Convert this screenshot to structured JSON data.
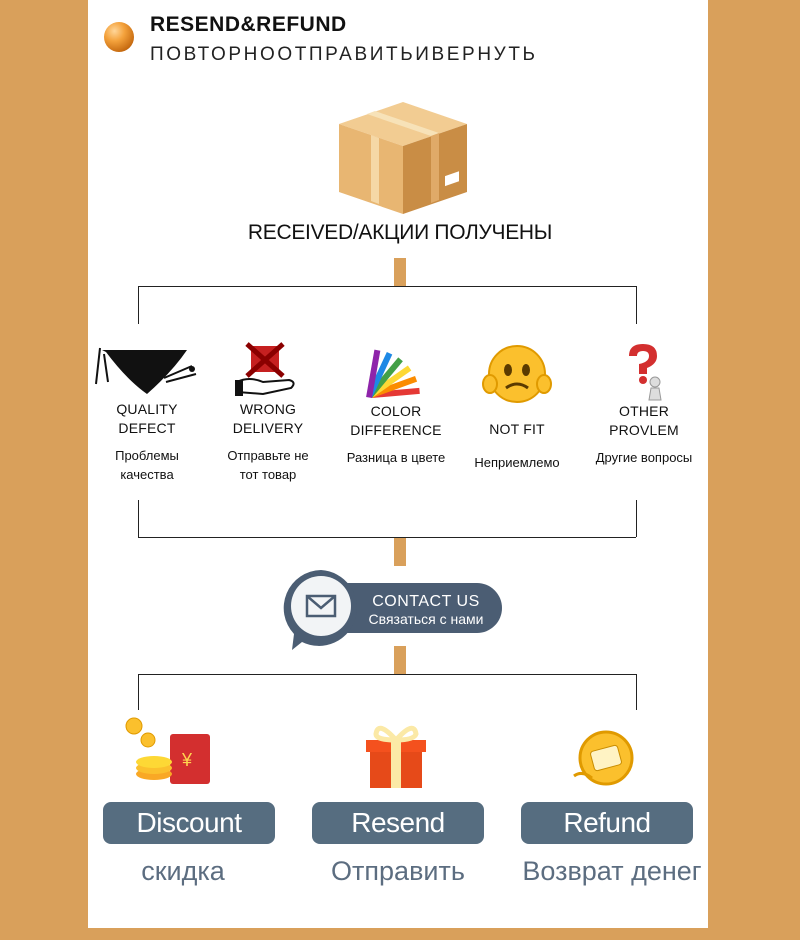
{
  "header": {
    "title": "RESEND&REFUND",
    "subtitle": "ПОВТОРНООТПРАВИТЬИВЕРНУТЬ"
  },
  "received_label": "RECEIVED/АКЦИИ ПОЛУЧЕНЫ",
  "problems": [
    {
      "en": "QUALITY\nDEFECT",
      "ru": "Проблемы\nкачества",
      "icon": "underwear-icon"
    },
    {
      "en": "WRONG\nDELIVERY",
      "ru": "Отправьте не\nтот товар",
      "icon": "wrong-box-hand-icon"
    },
    {
      "en": "COLOR\nDIFFERENCE",
      "ru": "Разница в цвете",
      "icon": "color-swatch-icon"
    },
    {
      "en": "NOT FIT",
      "ru": "Неприемлемо",
      "icon": "sad-face-icon"
    },
    {
      "en": "OTHER\nPROVLEM",
      "ru": "Другие вопросы",
      "icon": "question-person-icon"
    }
  ],
  "contact": {
    "label_en": "CONTACT US",
    "label_ru": "Связаться с нами",
    "icon": "envelope-icon"
  },
  "results": [
    {
      "label": "Discount",
      "ru": "скидка",
      "icon": "coins-envelope-icon"
    },
    {
      "label": "Resend",
      "ru": "Отправить",
      "icon": "gift-icon"
    },
    {
      "label": "Refund",
      "ru": "Возврат денег",
      "icon": "money-coin-icon"
    }
  ],
  "colors": {
    "background": "#d9a05b",
    "button": "#566d80",
    "contact": "#4b5d73",
    "subtext": "#5c6d80"
  }
}
